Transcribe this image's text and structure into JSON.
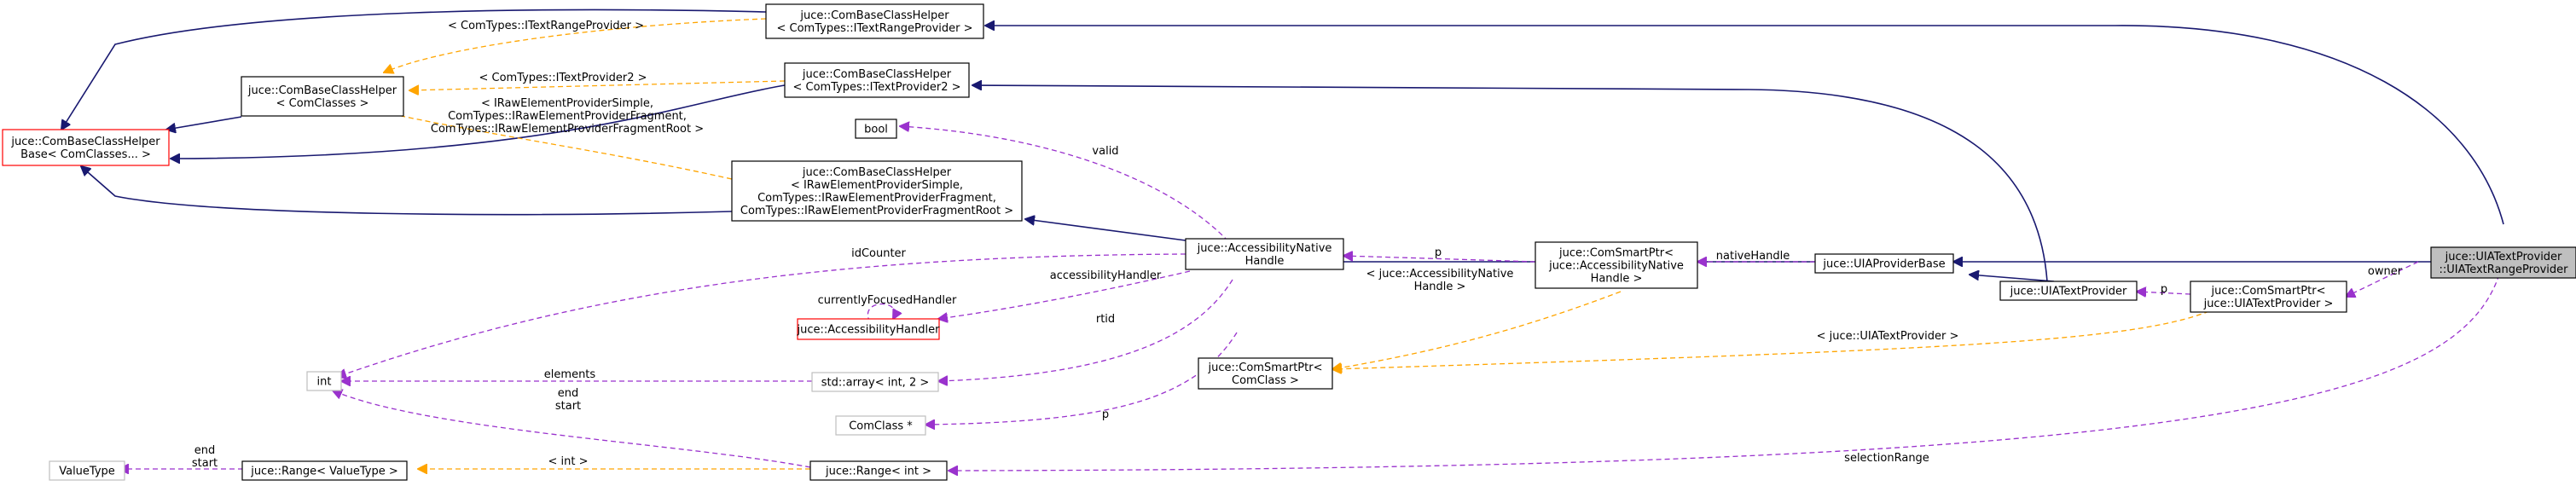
{
  "nodes": {
    "uia_text_range_provider": [
      "juce::UIATextProvider",
      "::UIATextRangeProvider"
    ],
    "uia_text_provider": [
      "juce::UIATextProvider"
    ],
    "uia_provider_base": [
      "juce::UIAProviderBase"
    ],
    "com_smart_ptr_text_provider": [
      "juce::ComSmartPtr<",
      "juce::UIATextProvider >"
    ],
    "com_smart_ptr_accessibility": [
      "juce::ComSmartPtr<",
      "juce::AccessibilityNative",
      "Handle >"
    ],
    "com_smart_ptr_comclass": [
      "juce::ComSmartPtr<",
      "ComClass >"
    ],
    "accessibility_native_handle": [
      "juce::AccessibilityNative",
      "Handle"
    ],
    "accessibility_handler": [
      "juce::AccessibilityHandler"
    ],
    "bool": [
      "bool"
    ],
    "int": [
      "int"
    ],
    "std_array": [
      "std::array< int, 2 >"
    ],
    "comclass_ptr": [
      "ComClass *"
    ],
    "range_int": [
      "juce::Range< int >"
    ],
    "range_valuetype": [
      "juce::Range< ValueType >"
    ],
    "valuetype": [
      "ValueType"
    ],
    "base_comclasses": [
      "juce::ComBaseClassHelper",
      "Base< ComClasses... >"
    ],
    "helper_comclasses": [
      "juce::ComBaseClassHelper",
      "< ComClasses >"
    ],
    "helper_itextrangeprovider": [
      "juce::ComBaseClassHelper",
      "< ComTypes::ITextRangeProvider >"
    ],
    "helper_itextprovider2": [
      "juce::ComBaseClassHelper",
      "< ComTypes::ITextProvider2 >"
    ],
    "helper_irawelement": [
      "juce::ComBaseClassHelper",
      "< IRawElementProviderSimple,",
      "ComTypes::IRawElementProviderFragment,",
      "ComTypes::IRawElementProviderFragmentRoot >"
    ]
  },
  "edge_labels": {
    "owner": [
      "owner"
    ],
    "p_text_provider": [
      "p"
    ],
    "native_handle": [
      "nativeHandle"
    ],
    "p_accessibility": [
      "p"
    ],
    "tmpl_accessibility": [
      "< juce::AccessibilityNative",
      "Handle >"
    ],
    "tmpl_uiatextprovider": [
      "< juce::UIATextProvider >"
    ],
    "valid": [
      "valid"
    ],
    "id_counter": [
      "idCounter"
    ],
    "accessibility_handler": [
      "accessibilityHandler"
    ],
    "currently_focused": [
      "currentlyFocusedHandler"
    ],
    "rtid": [
      "rtid"
    ],
    "elements": [
      "elements"
    ],
    "end_start_int": [
      "end",
      "start"
    ],
    "p_comclass": [
      "p"
    ],
    "selection_range": [
      "selectionRange"
    ],
    "tmpl_int": [
      "< int >"
    ],
    "end_start_valuetype": [
      "end",
      "start"
    ],
    "tmpl_itextrangeprovider": [
      "< ComTypes::ITextRangeProvider >"
    ],
    "tmpl_itextprovider2": [
      "< ComTypes::ITextProvider2 >"
    ],
    "tmpl_irawelement": [
      "< IRawElementProviderSimple,",
      "ComTypes::IRawElementProviderFragment,",
      "ComTypes::IRawElementProviderFragmentRoot >"
    ]
  }
}
